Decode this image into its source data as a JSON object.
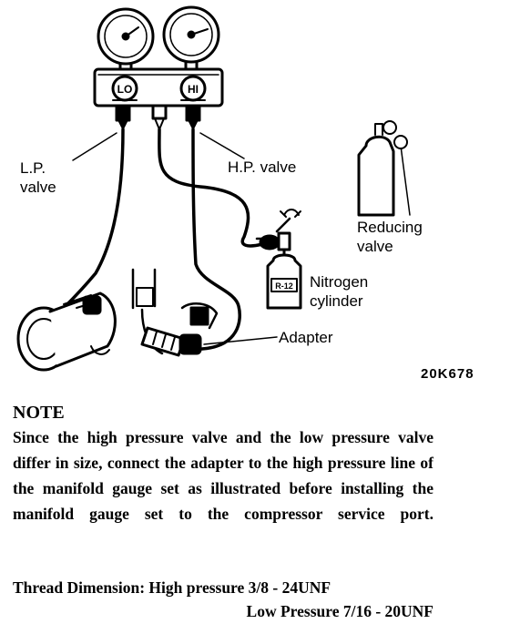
{
  "labels": {
    "lo": "LO",
    "hi": "HI",
    "lp_valve_line1": "L.P.",
    "lp_valve_line2": "valve",
    "hp_valve": "H.P. valve",
    "reducing_line1": "Reducing",
    "reducing_line2": "valve",
    "nitrogen_line1": "Nitrogen",
    "nitrogen_line2": "cylinder",
    "cylinder_tag": "R-12",
    "adapter": "Adapter",
    "figure_code": "20K678"
  },
  "note": {
    "title": "NOTE",
    "body": "Since the high pressure valve and the low pressure valve differ in size, connect the adapter to the high pressure line of the manifold gauge set as illustrated before installing the manifold gauge set to the compressor service port."
  },
  "thread": {
    "label": "Thread Dimension:",
    "high": "High pressure 3/8 - 24UNF",
    "low": "Low Pressure 7/16 - 20UNF"
  }
}
